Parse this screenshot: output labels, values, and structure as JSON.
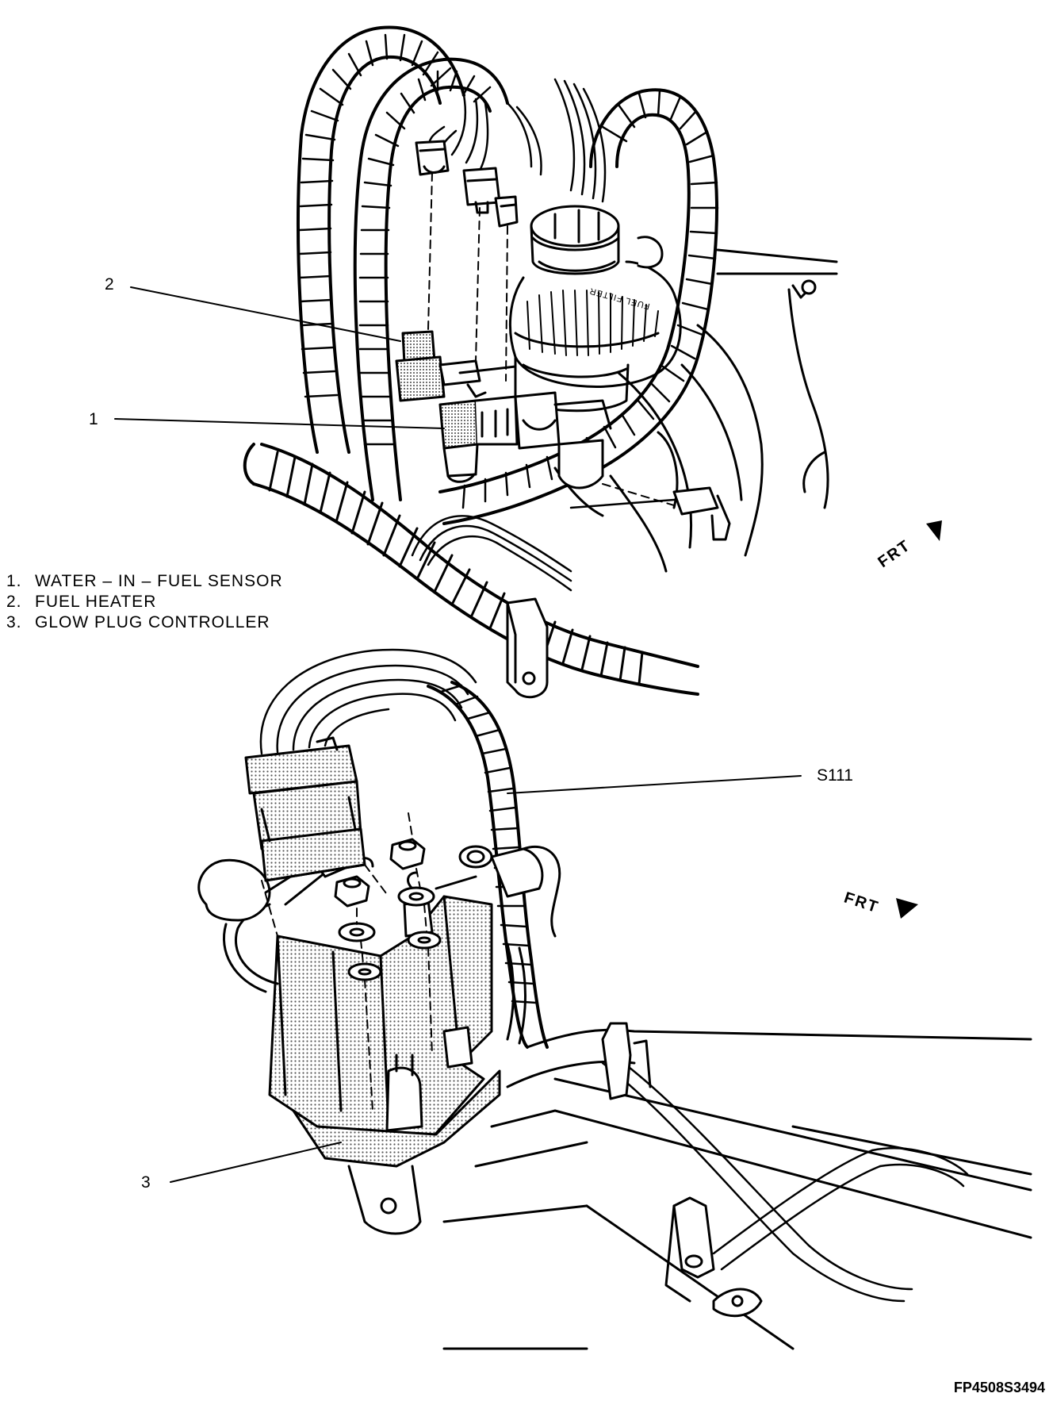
{
  "callouts": {
    "c1": "1",
    "c2": "2",
    "c3": "3",
    "s111": "S111"
  },
  "legend": [
    {
      "num": "1.",
      "text": "WATER – IN – FUEL SENSOR"
    },
    {
      "num": "2.",
      "text": "FUEL HEATER"
    },
    {
      "num": "3.",
      "text": "GLOW PLUG CONTROLLER"
    }
  ],
  "filter_label": "FUEL FILTER",
  "frt_top": "FRT",
  "frt_bottom": "FRT",
  "figure_code": "FP4508S3494",
  "colors": {
    "ink": "#000000",
    "shade": "#b0b0b0",
    "paper": "#ffffff"
  }
}
